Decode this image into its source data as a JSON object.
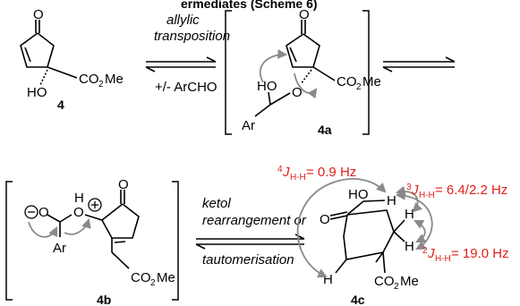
{
  "header_partial": "ermediates (Scheme 6)",
  "step1": {
    "above": [
      "allylic",
      "transposition"
    ],
    "below": "+/- ArCHO"
  },
  "step3": {
    "above": [
      "ketol",
      "rearrangement or"
    ],
    "below": "tautomerisation"
  },
  "atoms": {
    "O": "O",
    "OH": "OH",
    "HO": "HO",
    "H": "H",
    "Ar": "Ar",
    "CO2Me": {
      "main": "CO",
      "sub": "2",
      "tail": "Me"
    }
  },
  "compounds": {
    "c4": "4",
    "c4a": "4a",
    "c4b": "4b",
    "c4c": "4c"
  },
  "couplings": [
    {
      "sup": "4",
      "J": "J",
      "sub": "H-H",
      "value": " = 0.9 Hz"
    },
    {
      "sup": "3",
      "J": "J",
      "sub": "H-H",
      "value": " = 6.4/2.2 Hz"
    },
    {
      "sup": "2",
      "J": "J",
      "sub": "H-H",
      "value": " = 19.0 Hz"
    }
  ],
  "colors": {
    "annotation": "#e0201b",
    "arrow_grey": "#8a8a8a"
  }
}
